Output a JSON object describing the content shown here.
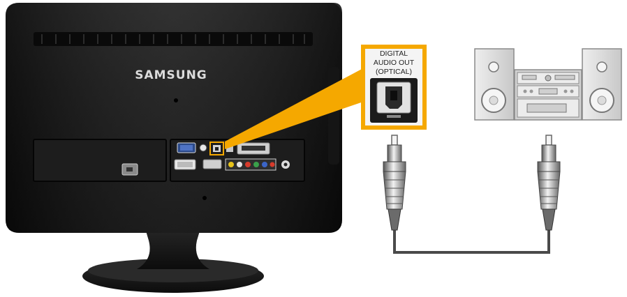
{
  "monitor": {
    "brand": "SAMSUNG"
  },
  "callout": {
    "label_line1": "DIGITAL",
    "label_line2": "AUDIO OUT",
    "label_line3": "(OPTICAL)"
  },
  "colors": {
    "highlight": "#f5a800",
    "monitor_body": "#1a1a1a",
    "speaker_body": "#dcdcdc",
    "cable": "#555555"
  },
  "icons": [
    "vga-port-icon",
    "dvi-port-icon",
    "optical-port-icon",
    "av-jacks-icon",
    "power-jack-icon",
    "kensington-lock-icon",
    "optical-plug-icon",
    "speaker-icon"
  ]
}
